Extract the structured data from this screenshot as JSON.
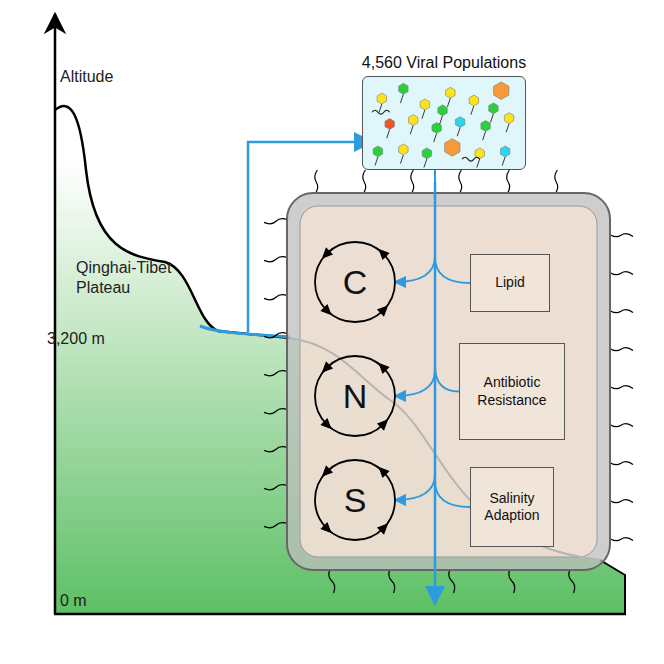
{
  "diagram": {
    "nodes": [
      {
        "text": [
          "4,560 Viral Populations"
        ]
      },
      {
        "text": [
          "C"
        ]
      },
      {
        "text": [
          "N"
        ]
      },
      {
        "text": [
          "S"
        ]
      },
      {
        "text": [
          "Lipid"
        ]
      },
      {
        "text": [
          "Antibiotic Resistance"
        ]
      },
      {
        "text": [
          "Salinity Adaption"
        ]
      }
    ],
    "edges": [
      {
        "from": 0,
        "to": 1,
        "arrow": "to"
      },
      {
        "from": 0,
        "to": 2,
        "arrow": "to"
      },
      {
        "from": 0,
        "to": 3,
        "arrow": "to"
      },
      {
        "from": 0,
        "to": 4,
        "arrow": "none"
      },
      {
        "from": 0,
        "to": 5,
        "arrow": "none"
      },
      {
        "from": 0,
        "to": 6,
        "arrow": "none"
      }
    ],
    "labels": [
      "Altitude",
      "Qinghai-Tibet Plateau",
      "3,200 m",
      "0 m"
    ]
  }
}
